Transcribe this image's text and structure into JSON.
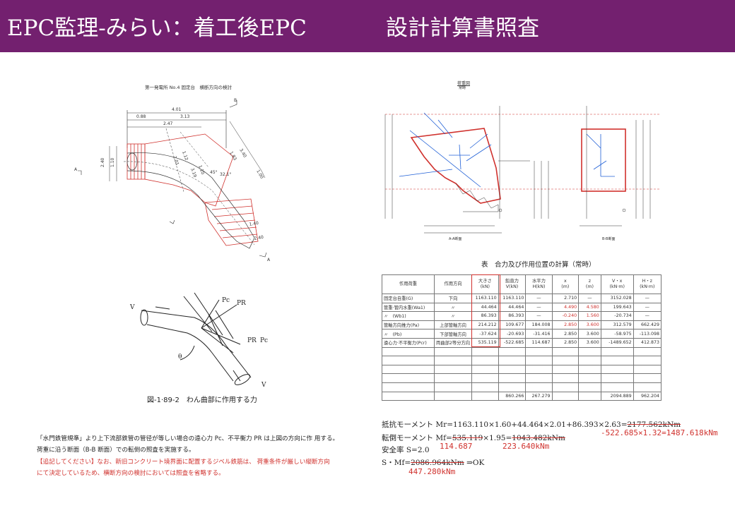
{
  "header": {
    "title_left": "EPC監理-みらい：着工後EPC",
    "title_right": "設計計算書照査"
  },
  "figure1": {
    "title": "第一発電所 No.4 固定台　横断方向の検討",
    "dims": [
      "4.01",
      "0.88",
      "3.13",
      "2.47",
      "2.01",
      "1.12",
      "3.19",
      "1.10",
      "2.40",
      "3.40",
      "1.83",
      "1.00",
      "1.00",
      "1.40",
      "2.40"
    ],
    "section_b": "B",
    "section_a": "A",
    "angle1": "45°",
    "angle2": "32.1°"
  },
  "figure2": {
    "caption": "図-1·89-2　わん曲部に作用する力",
    "labels": [
      "V",
      "V",
      "Pc",
      "PR",
      "PR",
      "Pc",
      "θ"
    ]
  },
  "load_diagram": {
    "title": "荷重図",
    "subtitle": "常時",
    "label_a": "A-A断面",
    "label_b": "B-B断面"
  },
  "table": {
    "title": "表　合力及び作用位置の計算（常時）",
    "headers": [
      "作用荷重",
      "作用方向",
      "大きさ\n(kN)",
      "鉛直力\nV(kN)",
      "水平力\nH(kN)",
      "x\n(m)",
      "z\n(m)",
      "V・x\n(kN·m)",
      "H・z\n(kN·m)"
    ],
    "rows": [
      [
        "固定台自重(G)",
        "下向",
        "1163.110",
        "1163.110",
        "—",
        "2.710",
        "—",
        "3152.028",
        "—"
      ],
      [
        "管重·管内水重(Wa1)",
        "〃",
        "44.464",
        "44.464",
        "—",
        "4.490",
        "4.580",
        "199.643",
        "—"
      ],
      [
        "〃　(Wb1)",
        "〃",
        "86.393",
        "86.393",
        "—",
        "-0.240",
        "1.560",
        "-20.734",
        "—"
      ],
      [
        "管軸方向推力(Pa)",
        "上部管軸方向",
        "214.212",
        "109.677",
        "184.008",
        "2.850",
        "3.600",
        "312.579",
        "662.429"
      ],
      [
        "〃　(Pb)",
        "下部管軸方向",
        "-37.624",
        "-20.693",
        "-31.416",
        "2.850",
        "3.600",
        "-58.975",
        "-113.098"
      ],
      [
        "遠心力·不平衡力(Pcr)",
        "両曲部2等分方向",
        "535.119",
        "-522.685",
        "114.687",
        "2.850",
        "3.600",
        "-1489.652",
        "412.873"
      ]
    ],
    "red_cells": [
      [
        1,
        5
      ],
      [
        1,
        6
      ],
      [
        2,
        5
      ],
      [
        2,
        6
      ],
      [
        3,
        5
      ],
      [
        3,
        6
      ]
    ],
    "empty_rows": 5,
    "totals": [
      "",
      "",
      "",
      "860.266",
      "267.279",
      "",
      "",
      "2094.889",
      "962.204"
    ]
  },
  "paragraph": {
    "line1": "「水門鉄管規準」より上下流部鉄管の管径が等しい場合の遠心力 Pc、不平衡力 PR は上図の方向に作 用する。",
    "line2": "荷重に沿う断面（B-B 断面）での転倒の照査を実施する。",
    "line3": "【追記してください】なお、新旧コンクリート境界面に配置するジベル鉄筋は、 荷重条件が厳しい縦断方向",
    "line4": "にて決定しているため、横断方向の検討においては照査を省略する。"
  },
  "calculation": {
    "resist": "抵抗モーメント Mr=1163.110×1.60+44.464×2.01+86.393×2.63=",
    "resist_struck": "2177.562kNm",
    "resist_fix": "-522.685×1.32=1487.618kNm",
    "overturn_prefix": "転倒モーメント Mf=",
    "overturn_struck1": "535.119",
    "overturn_mid": "×1.95=",
    "overturn_struck2": "1043.482kNm",
    "overturn_fix1": "114.687",
    "overturn_fix2": "223.640kNm",
    "safety": "安全率 S=2.0",
    "smf_prefix": "S・Mf=",
    "smf_struck": "2086.964kNm",
    "smf_suffix": " ⇒OK",
    "smf_fix": "447.280kNm"
  },
  "colors": {
    "header_bg": "#73206f",
    "accent_red": "#d0312d",
    "drawing_blue": "#1f5fd6"
  }
}
